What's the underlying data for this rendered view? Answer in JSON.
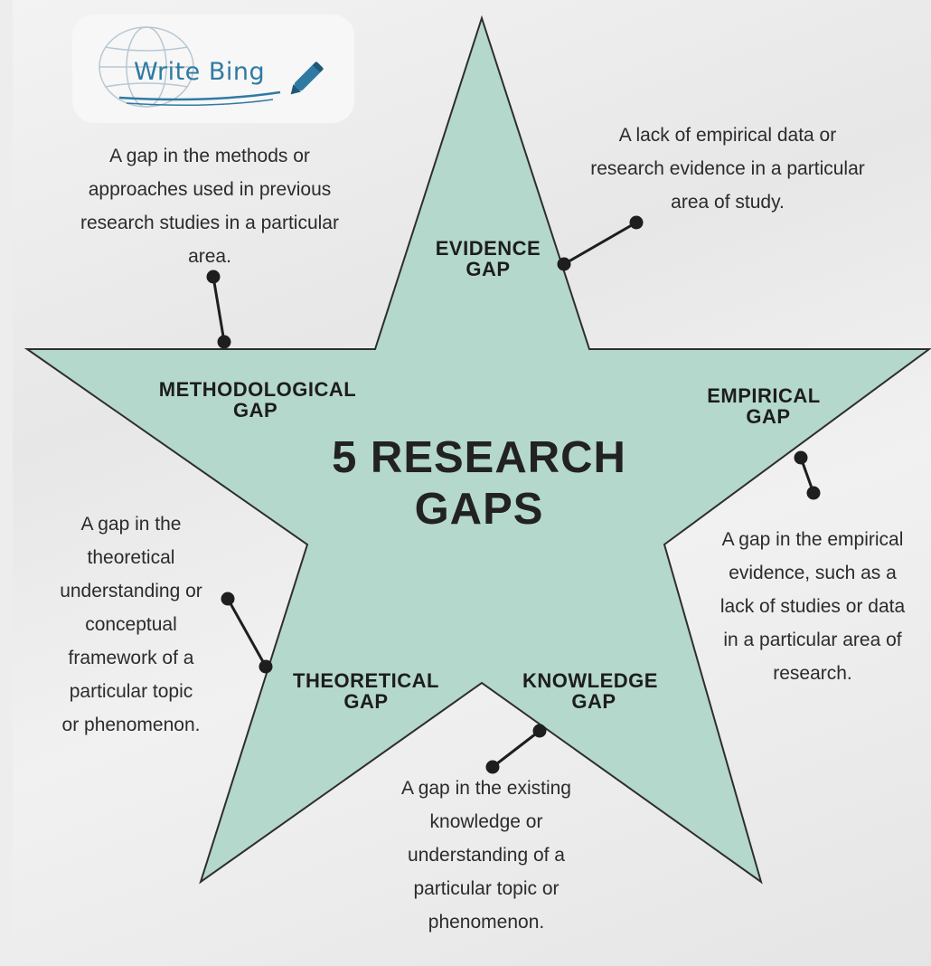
{
  "logo": {
    "text": "Write Bing",
    "icon": "pen-icon",
    "accent": "#2f7aa3"
  },
  "title": {
    "line1": "5 RESEARCH",
    "line2": "GAPS"
  },
  "colors": {
    "star_fill": "#b5d8cc",
    "star_stroke": "#2e2e2e",
    "connector": "#1e1e1e"
  },
  "gaps": {
    "evidence": {
      "label_line1": "EVIDENCE",
      "label_line2": "GAP",
      "desc_lines": [
        "A lack of empirical data or",
        "research evidence in a particular",
        "area of study."
      ]
    },
    "methodological": {
      "label_line1": "METHODOLOGICAL",
      "label_line2": "GAP",
      "desc_lines": [
        "A gap in the methods or",
        "approaches used in previous",
        "research studies in a particular",
        "area."
      ]
    },
    "empirical": {
      "label_line1": "EMPIRICAL",
      "label_line2": "GAP",
      "desc_lines": [
        "A gap in the empirical",
        "evidence, such as a",
        "lack of studies or data",
        "in a particular area of",
        "research."
      ]
    },
    "theoretical": {
      "label_line1": "THEORETICAL",
      "label_line2": "GAP",
      "desc_lines": [
        "A gap in the",
        "theoretical",
        "understanding or",
        "conceptual",
        "framework of a",
        "particular topic",
        "or phenomenon."
      ]
    },
    "knowledge": {
      "label_line1": "KNOWLEDGE",
      "label_line2": "GAP",
      "desc_lines": [
        "A gap in the existing",
        "knowledge or",
        "understanding of a",
        "particular topic or",
        "phenomenon."
      ]
    }
  }
}
